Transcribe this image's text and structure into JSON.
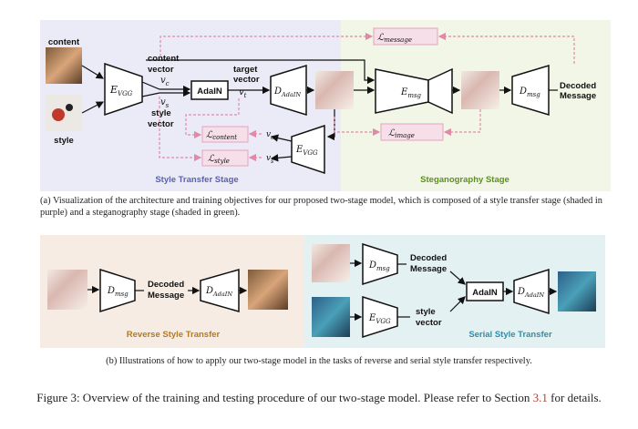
{
  "panel_a": {
    "labels": {
      "content": "content",
      "style": "style",
      "content_vector": "content",
      "content_vector_2": "vector",
      "style_vector": "style",
      "style_vector_2": "vector",
      "target_vector": "target",
      "target_vector_2": "vector",
      "decoded": "Decoded",
      "message": "Message",
      "adain": "AdaIN"
    },
    "encoders": {
      "e_vgg": "E",
      "e_vgg_sub": "VGG",
      "d_adain": "D",
      "d_adain_sub": "AdaIN",
      "e_msg": "E",
      "e_msg_sub": "msg",
      "d_msg": "D",
      "d_msg_sub": "msg",
      "e_vgg2": "E",
      "e_vgg2_sub": "VGG"
    },
    "vectors": {
      "vc": "v",
      "vc_sub": "c",
      "vs": "v",
      "vs_sub": "s",
      "vt": "v",
      "vt_sub": "t",
      "vc_prime": "v",
      "vc_prime_sub": "c",
      "vs_prime": "v",
      "vs_prime_sub": "s"
    },
    "losses": {
      "message": "message",
      "content": "content",
      "style": "style",
      "image": "image",
      "L": "ℒ"
    },
    "stage_labels": {
      "style_transfer": "Style Transfer Stage",
      "steganography": "Steganography Stage"
    }
  },
  "caption_a": "(a) Visualization of the architecture and training objectives for our proposed two-stage model, which is composed of a style transfer stage (shaded in purple) and a steganography stage (shaded in green).",
  "panel_b": {
    "labels": {
      "decoded_left": "Decoded",
      "message_left": "Message",
      "decoded_right": "Decoded",
      "message_right": "Message",
      "style_vector": "style",
      "style_vector_2": "vector",
      "adain": "AdaIN"
    },
    "encoders": {
      "d_msg_l": "D",
      "d_msg_l_sub": "msg",
      "d_adain_l": "D",
      "d_adain_l_sub": "AdaIN",
      "d_msg_r": "D",
      "d_msg_r_sub": "msg",
      "e_vgg_r": "E",
      "e_vgg_r_sub": "VGG",
      "d_adain_r": "D",
      "d_adain_r_sub": "AdaIN"
    },
    "stage_labels": {
      "reverse": "Reverse Style Transfer",
      "serial": "Serial Style Transfer"
    }
  },
  "caption_b": "(b) Illustrations of how to apply our two-stage model in the tasks of reverse and serial style transfer respectively.",
  "figure_caption": {
    "prefix": "Figure 3: Overview of the training and testing procedure of our two-stage model. Please refer to Section ",
    "ref": "3.1",
    "suffix": " for details."
  },
  "colors": {
    "purple_bg": "#ebebf7",
    "green_bg": "#f1f6e6",
    "orange_bg": "#f6ece4",
    "teal_bg": "#e3f1f3",
    "loss_pink": "#e7a3bd",
    "ref_red": "#c0392b"
  }
}
